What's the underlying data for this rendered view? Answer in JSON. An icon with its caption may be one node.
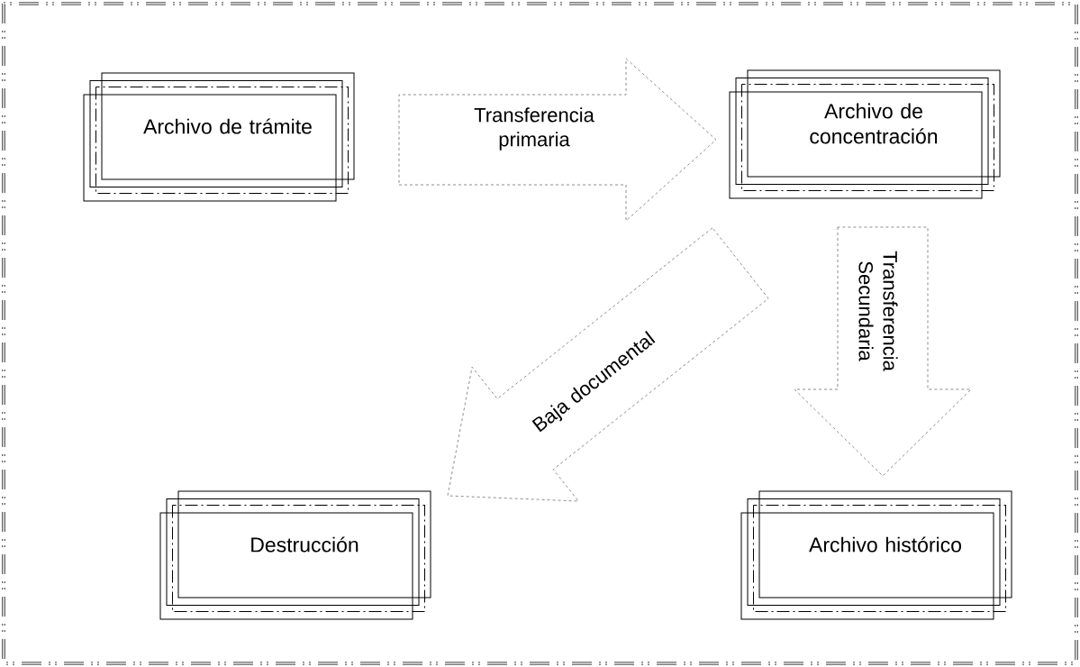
{
  "diagram": {
    "nodes": [
      {
        "text": [
          "Archivo de trámite"
        ]
      },
      {
        "text": [
          "Archivo de concentración"
        ]
      },
      {
        "text": [
          "Destrucción"
        ]
      },
      {
        "text": [
          "Archivo histórico"
        ]
      }
    ],
    "edges": [
      {
        "from": 0,
        "to": 1,
        "arrow": "to",
        "label": "Transferencia primaria",
        "style": "dashed"
      },
      {
        "from": 1,
        "to": 2,
        "arrow": "to",
        "label": "Baja documental",
        "style": "dashed"
      },
      {
        "from": 1,
        "to": 3,
        "arrow": "to",
        "label": "Transferencia Secundaria",
        "style": "dashed"
      }
    ]
  }
}
